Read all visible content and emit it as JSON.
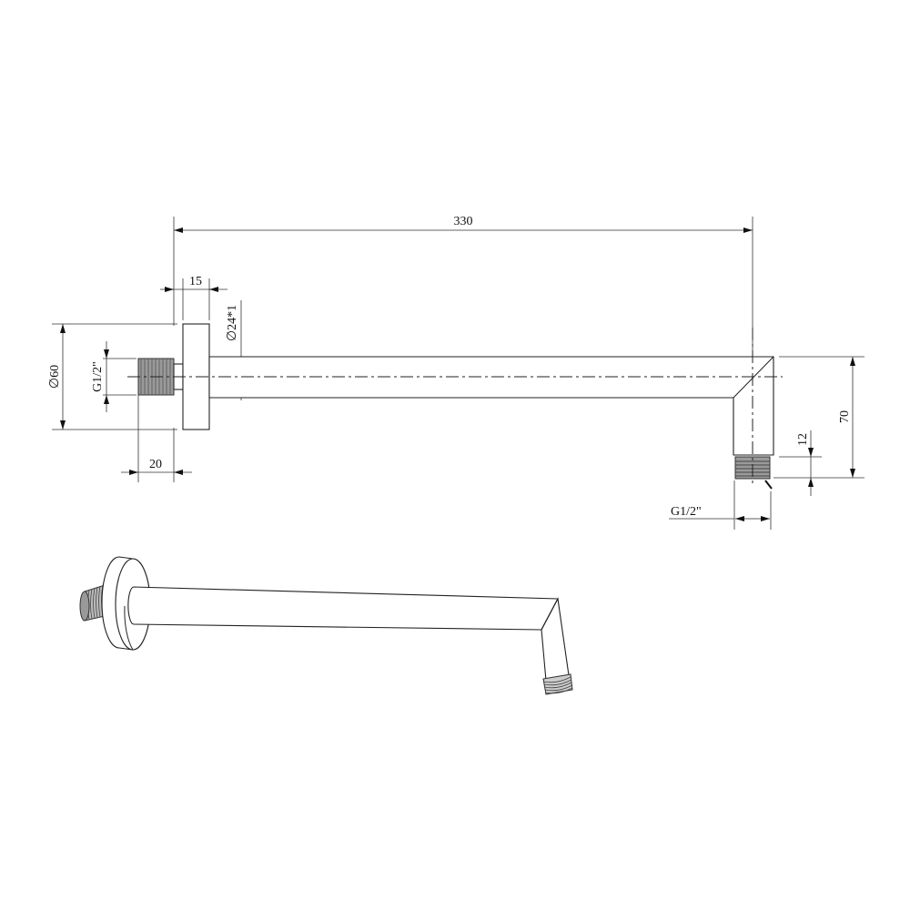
{
  "drawing": {
    "title": "Shower arm technical drawing",
    "views": [
      "orthographic-side",
      "isometric"
    ],
    "stroke_color": "#222222",
    "background_color": "#ffffff"
  },
  "dimensions": {
    "overall_length": "330",
    "flange_thickness": "15",
    "arm_diameter": "∅24*1",
    "flange_diameter": "∅60",
    "inlet_thread": "G1/2\"",
    "inlet_thread_length": "20",
    "drop_height": "70",
    "outlet_thread_length": "12",
    "outlet_thread": "G1/2\""
  }
}
